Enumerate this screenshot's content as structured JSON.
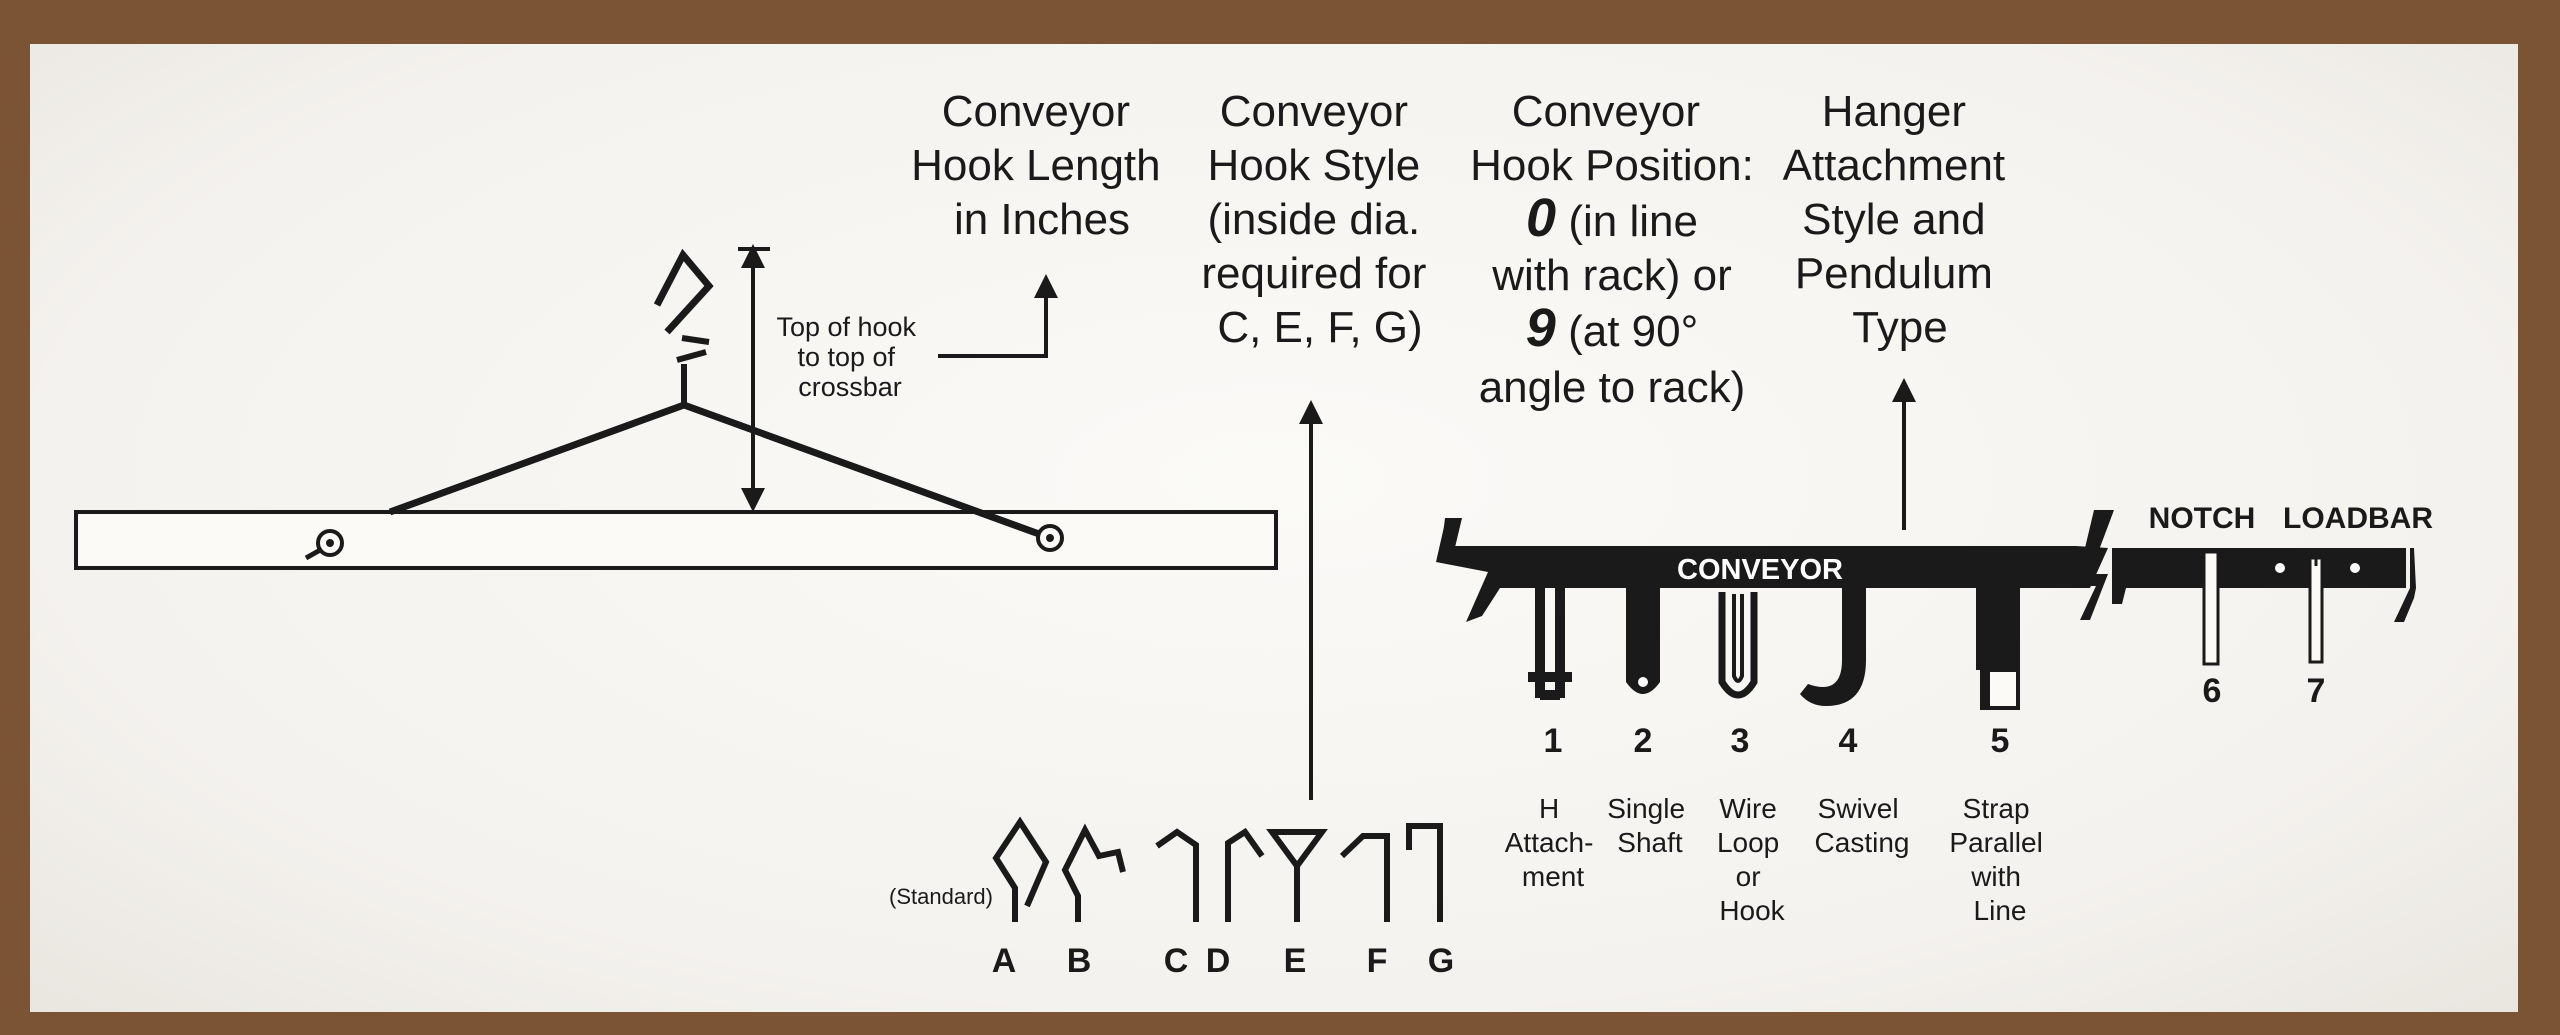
{
  "headers": {
    "length": [
      "Conveyor",
      "Hook Length",
      "in Inches"
    ],
    "style": [
      "Conveyor",
      "Hook Style",
      "(inside dia.",
      "required for",
      "C, E, F, G)"
    ],
    "position": {
      "line1": "Conveyor",
      "line2": "Hook Position:",
      "zero": "0",
      "zero_text": " (in line",
      "line4": "with rack) or",
      "nine": "9",
      "nine_text": " (at 90°",
      "line6": "angle to rack)"
    },
    "attachment": [
      "Hanger",
      "Attachment",
      "Style and",
      "Pendulum",
      "Type"
    ]
  },
  "measurement_note": [
    "Top of hook",
    "to top of",
    "crossbar"
  ],
  "hook_styles": {
    "standard_label": "(Standard)",
    "letters": [
      "A",
      "B",
      "C",
      "D",
      "E",
      "F",
      "G"
    ]
  },
  "conveyor": {
    "label": "CONVEYOR",
    "notch_label": "NOTCH",
    "loadbar_label": "LOADBAR",
    "numbers": [
      "1",
      "2",
      "3",
      "4",
      "5",
      "6",
      "7"
    ],
    "types": [
      [
        "H",
        "Attach-",
        "ment"
      ],
      [
        "Single",
        "Shaft"
      ],
      [
        "Wire",
        "Loop",
        "or",
        "Hook"
      ],
      [
        "Swivel",
        "Casting"
      ],
      [
        "Strap",
        "Parallel",
        "with",
        "Line"
      ]
    ]
  }
}
